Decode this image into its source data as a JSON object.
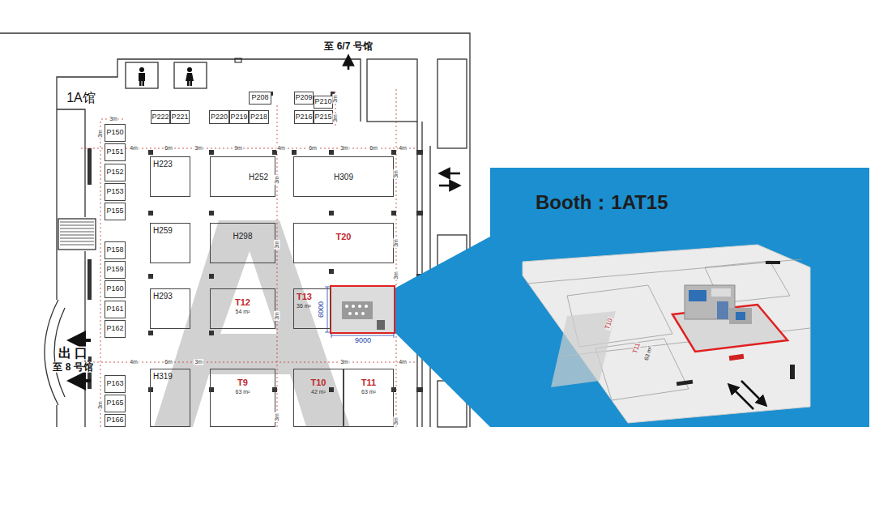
{
  "diagram": {
    "nodes": [
      {
        "text": [
          "P208"
        ]
      },
      {
        "text": [
          "P209"
        ]
      },
      {
        "text": [
          "P210"
        ]
      },
      {
        "text": [
          "P222"
        ]
      },
      {
        "text": [
          "P221"
        ]
      },
      {
        "text": [
          "P220"
        ]
      },
      {
        "text": [
          "P219"
        ]
      },
      {
        "text": [
          "P218"
        ]
      },
      {
        "text": [
          "P216"
        ]
      },
      {
        "text": [
          "P215"
        ]
      },
      {
        "text": [
          "P150"
        ]
      },
      {
        "text": [
          "P151"
        ]
      },
      {
        "text": [
          "H223"
        ]
      },
      {
        "text": [
          "H252"
        ]
      },
      {
        "text": [
          "H309"
        ]
      },
      {
        "text": [
          "P152"
        ]
      },
      {
        "text": [
          "P153"
        ]
      },
      {
        "text": [
          "P155"
        ]
      },
      {
        "text": [
          "H259"
        ]
      },
      {
        "text": [
          "H298"
        ]
      },
      {
        "text": [
          "T20"
        ]
      },
      {
        "text": [
          "P158"
        ]
      },
      {
        "text": [
          "P159"
        ]
      },
      {
        "text": [
          "P160"
        ]
      },
      {
        "text": [
          "H293"
        ]
      },
      {
        "text": [
          "T12",
          "54 m²"
        ]
      },
      {
        "text": [
          "T13",
          "36 m²"
        ]
      },
      {
        "text": [
          "P161"
        ]
      },
      {
        "text": [
          "P162"
        ]
      },
      {
        "text": [
          "H319"
        ]
      },
      {
        "text": [
          "T9",
          "63 m²"
        ]
      },
      {
        "text": [
          "T10",
          "42 m²"
        ]
      },
      {
        "text": [
          "T11",
          "63 m²"
        ]
      },
      {
        "text": [
          "P163"
        ]
      },
      {
        "text": [
          "P165"
        ]
      },
      {
        "text": [
          "P166"
        ]
      },
      {
        "text": [
          "Booth：1AT15"
        ]
      }
    ],
    "labels": [
      "至 6/7 号馆",
      "1A馆",
      "出 口",
      "至 8 号馆",
      "3m",
      "4m",
      "6m",
      "3m",
      "9m",
      "4m",
      "6m",
      "3m",
      "6m",
      "4m",
      "4m",
      "6m",
      "3m",
      "3m",
      "4m",
      "3m",
      "3m",
      "3m",
      "3m",
      "3m",
      "3m",
      "3m",
      "3m",
      "3m",
      "3m",
      "3m",
      "3m",
      "9000",
      "6000",
      "T10",
      "T11",
      "63 m²"
    ]
  }
}
